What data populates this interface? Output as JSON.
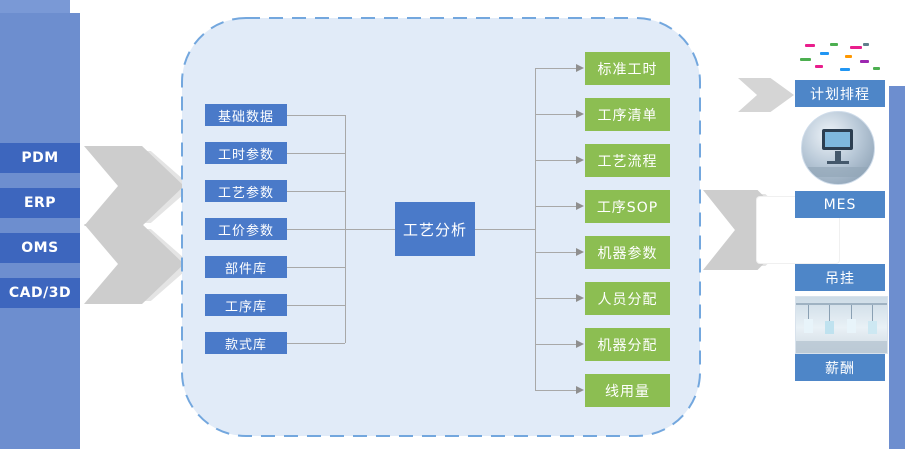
{
  "colors": {
    "panel_blue": "#6d8ecf",
    "system_box_blue": "#3d66be",
    "input_box_blue": "#4a7ac9",
    "output_box_green": "#8cbe52",
    "right_box_blue": "#4e86c8",
    "container_fill": "#e1ebf8",
    "container_border": "#73a7de",
    "connector_gray": "#a8a8a8",
    "flow_arrow_gray": "#cdcdcd"
  },
  "left_panel": {
    "items": [
      {
        "label": "PDM"
      },
      {
        "label": "ERP"
      },
      {
        "label": "OMS"
      },
      {
        "label": "CAD/3D"
      }
    ]
  },
  "process": {
    "inputs": [
      "基础数据",
      "工时参数",
      "工艺参数",
      "工价参数",
      "部件库",
      "工序库",
      "款式库"
    ],
    "center_label": "工艺分析",
    "outputs": [
      "标准工时",
      "工序清单",
      "工艺流程",
      "工序SOP",
      "机器参数",
      "人员分配",
      "机器分配",
      "线用量"
    ]
  },
  "right_panel": {
    "items": [
      "计划排程",
      "MES",
      "吊挂",
      "薪酬"
    ],
    "images": [
      "schedule-gantt-thumbnail",
      "machine-monitor-photo",
      "hanging-system-photo"
    ]
  }
}
